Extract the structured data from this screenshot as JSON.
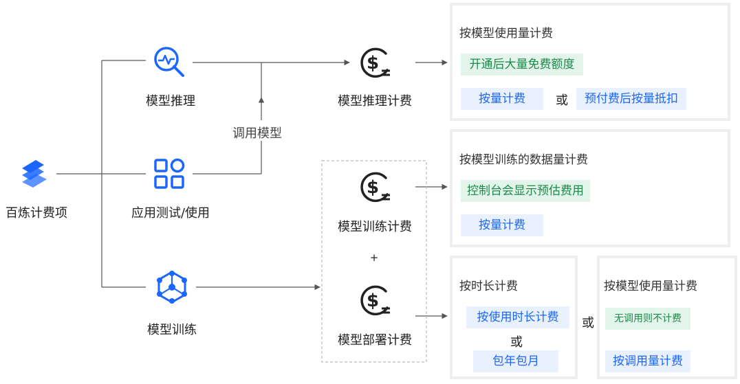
{
  "root": {
    "label": "百炼计费项",
    "icon": "bailian-logo-icon"
  },
  "usage": {
    "inference": {
      "label": "模型推理",
      "icon": "search-pulse-icon"
    },
    "app_test": {
      "label": "应用测试/使用",
      "icon": "app-grid-icon"
    },
    "training": {
      "label": "模型训练",
      "icon": "model-network-icon"
    },
    "call_model": "调用模型"
  },
  "billing": {
    "inference": {
      "label": "模型推理计费",
      "icon": "dollar-coin-icon"
    },
    "training": {
      "label": "模型训练计费",
      "icon": "dollar-coin-icon"
    },
    "plus": "+",
    "deployment": {
      "label": "模型部署计费",
      "icon": "dollar-coin-icon"
    }
  },
  "panels": {
    "inference": {
      "title": "按模型使用量计费",
      "highlight": "开通后大量免费额度",
      "option1": "按量计费",
      "or": "或",
      "option2": "预付费后按量抵扣"
    },
    "training": {
      "title": "按模型训练的数据量计费",
      "highlight": "控制台会显示预估费用",
      "option1": "按量计费"
    },
    "deploy_time": {
      "title": "按时长计费",
      "option1": "按使用时长计费",
      "or": "或",
      "option2": "包年包月"
    },
    "between_or": "或",
    "deploy_usage": {
      "title": "按模型使用量计费",
      "highlight": "无调用则不计费",
      "option1": "按调用量计费"
    }
  },
  "colors": {
    "accent_blue": "#1a66ff",
    "green_text": "#1a8a4a",
    "green_bg": "#e3f4ea",
    "blue_bg": "#e9f1fe",
    "panel_border": "#eeeeee",
    "line": "#555555"
  }
}
